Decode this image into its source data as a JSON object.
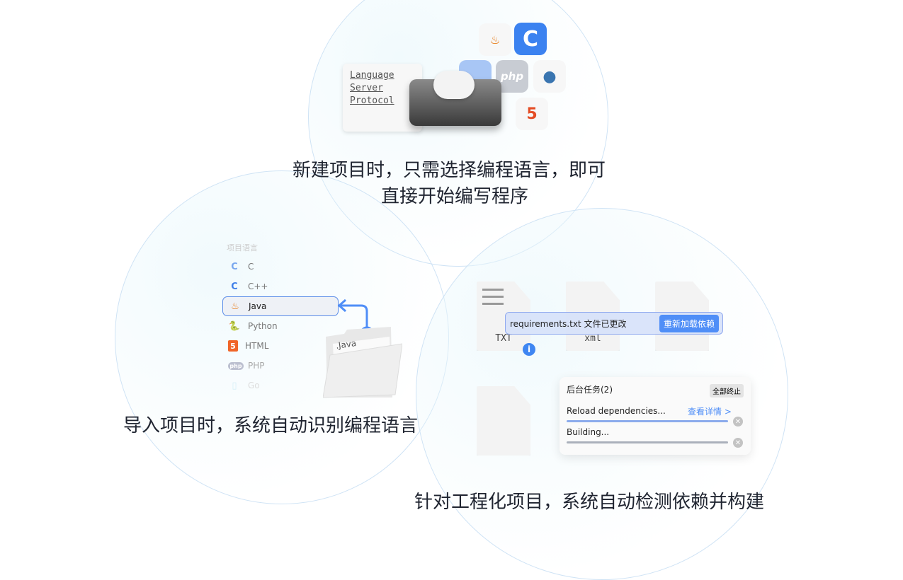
{
  "top": {
    "lsp_lines": [
      "Language",
      "Server",
      "Protocol"
    ],
    "caption_line1": "新建项目时，只需选择编程语言，即可",
    "caption_line2": "直接开始编写程序",
    "icons": [
      "java-icon",
      "c-icon",
      "cpp-icon",
      "php-icon",
      "python-icon",
      "html5-icon"
    ],
    "php_text": "php",
    "c_text": "C",
    "html_text": "5"
  },
  "left": {
    "list_title": "项目语言",
    "languages": [
      {
        "label": "C",
        "icon": "C"
      },
      {
        "label": "C++",
        "icon": "C"
      },
      {
        "label": "Java",
        "icon": "♨"
      },
      {
        "label": "Python",
        "icon": "🐍"
      },
      {
        "label": "HTML",
        "icon": "5"
      },
      {
        "label": "PHP",
        "icon": "php"
      },
      {
        "label": "Go",
        "icon": "▯"
      }
    ],
    "folder_file": ".Java",
    "caption": "导入项目时，系统自动识别编程语言"
  },
  "right": {
    "files": [
      "TXT",
      "xml"
    ],
    "notice_text": "requirements.txt 文件已更改",
    "notice_button": "重新加载依赖",
    "info_icon": "i",
    "tasks_title": "后台任务(2)",
    "tasks_stop_all": "全部终止",
    "task1": "Reload dependencies...",
    "task1_link": "查看详情 >",
    "task2": "Building...",
    "task1_progress": 1.0,
    "task2_progress": 1.0,
    "caption": "针对工程化项目，系统自动检测依赖并构建"
  },
  "colors": {
    "accent": "#4f8ef7",
    "circle_border": "#cfe3f5"
  }
}
